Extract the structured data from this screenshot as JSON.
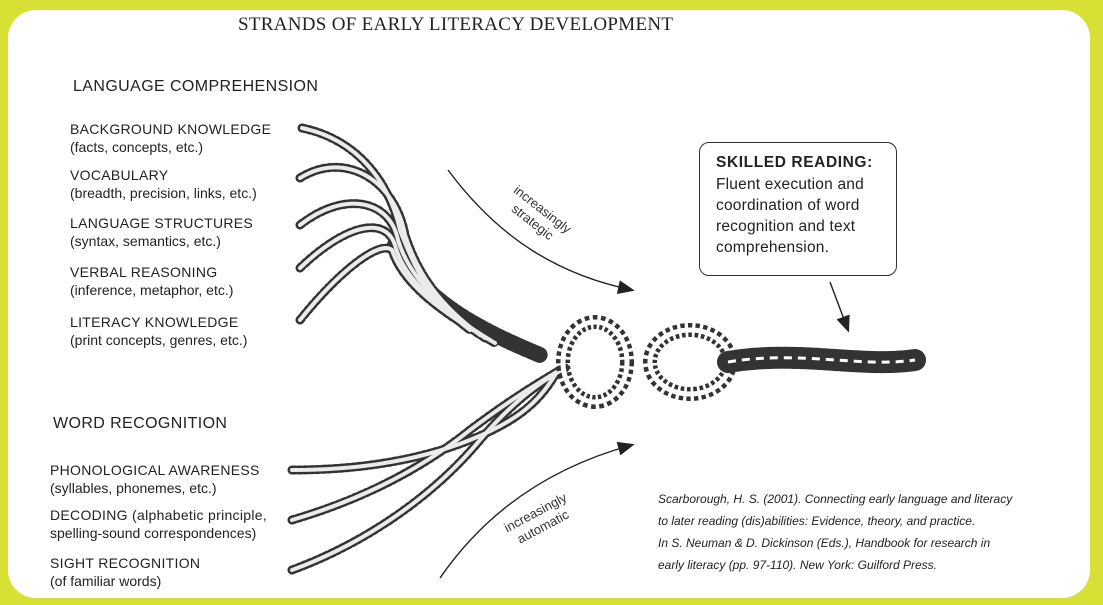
{
  "title": "STRANDS OF EARLY LITERACY DEVELOPMENT",
  "language_comprehension": {
    "heading": "LANGUAGE COMPREHENSION",
    "strands": [
      {
        "name": "BACKGROUND KNOWLEDGE",
        "desc": "(facts, concepts, etc.)"
      },
      {
        "name": "VOCABULARY",
        "desc": "(breadth, precision, links, etc.)"
      },
      {
        "name": "LANGUAGE STRUCTURES",
        "desc": "(syntax, semantics, etc.)"
      },
      {
        "name": "VERBAL REASONING",
        "desc": "(inference, metaphor, etc.)"
      },
      {
        "name": "LITERACY KNOWLEDGE",
        "desc": "(print concepts, genres, etc.)"
      }
    ]
  },
  "word_recognition": {
    "heading": "WORD RECOGNITION",
    "strands": [
      {
        "name": "PHONOLOGICAL AWARENESS",
        "desc": "(syllables, phonemes, etc.)"
      },
      {
        "name": "DECODING (alphabetic principle,",
        "desc": "spelling-sound correspondences)"
      },
      {
        "name": "SIGHT RECOGNITION",
        "desc": "(of familiar words)"
      }
    ]
  },
  "arrows": {
    "upper": [
      "increasingly",
      "strategic"
    ],
    "lower": [
      "increasingly",
      "automatic"
    ]
  },
  "skilled_reading": {
    "heading": "SKILLED READING:",
    "lines": [
      "Fluent execution and",
      "coordination of word",
      "recognition and text",
      "comprehension."
    ]
  },
  "citation": [
    "Scarborough, H. S. (2001). Connecting early language and literacy",
    "to later reading (dis)abilities: Evidence, theory, and practice.",
    "In S. Neuman & D. Dickinson (Eds.), Handbook for research in",
    "early literacy (pp. 97-110). New York: Guilford Press."
  ],
  "colors": {
    "frame": "#d7e034",
    "ink": "#222222",
    "panel": "#ffffff"
  }
}
